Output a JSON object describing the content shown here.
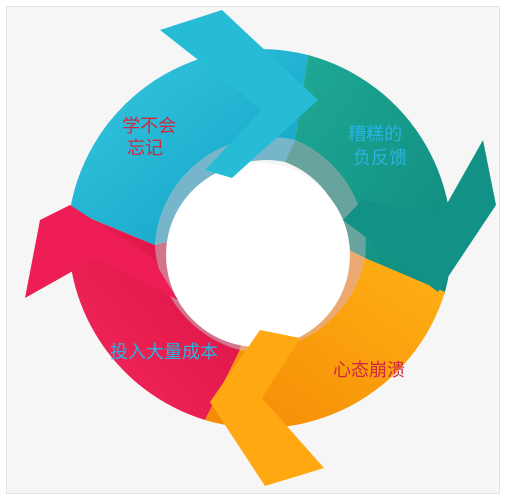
{
  "diagram": {
    "type": "cycle",
    "segments": [
      {
        "label_lines": [
          "学不会",
          "忘记"
        ],
        "color": "#21b7d2",
        "label_color": "#d02840"
      },
      {
        "label_lines": [
          "糟糕的",
          "负反馈"
        ],
        "color": "#17998a",
        "label_color": "#2ab3e0"
      },
      {
        "label_lines": [
          "心态崩溃"
        ],
        "color": "#ffa10a",
        "label_color": "#d02840"
      },
      {
        "label_lines": [
          "投入大量成本"
        ],
        "color": "#ec1a52",
        "label_color": "#2ab3e0"
      }
    ]
  }
}
